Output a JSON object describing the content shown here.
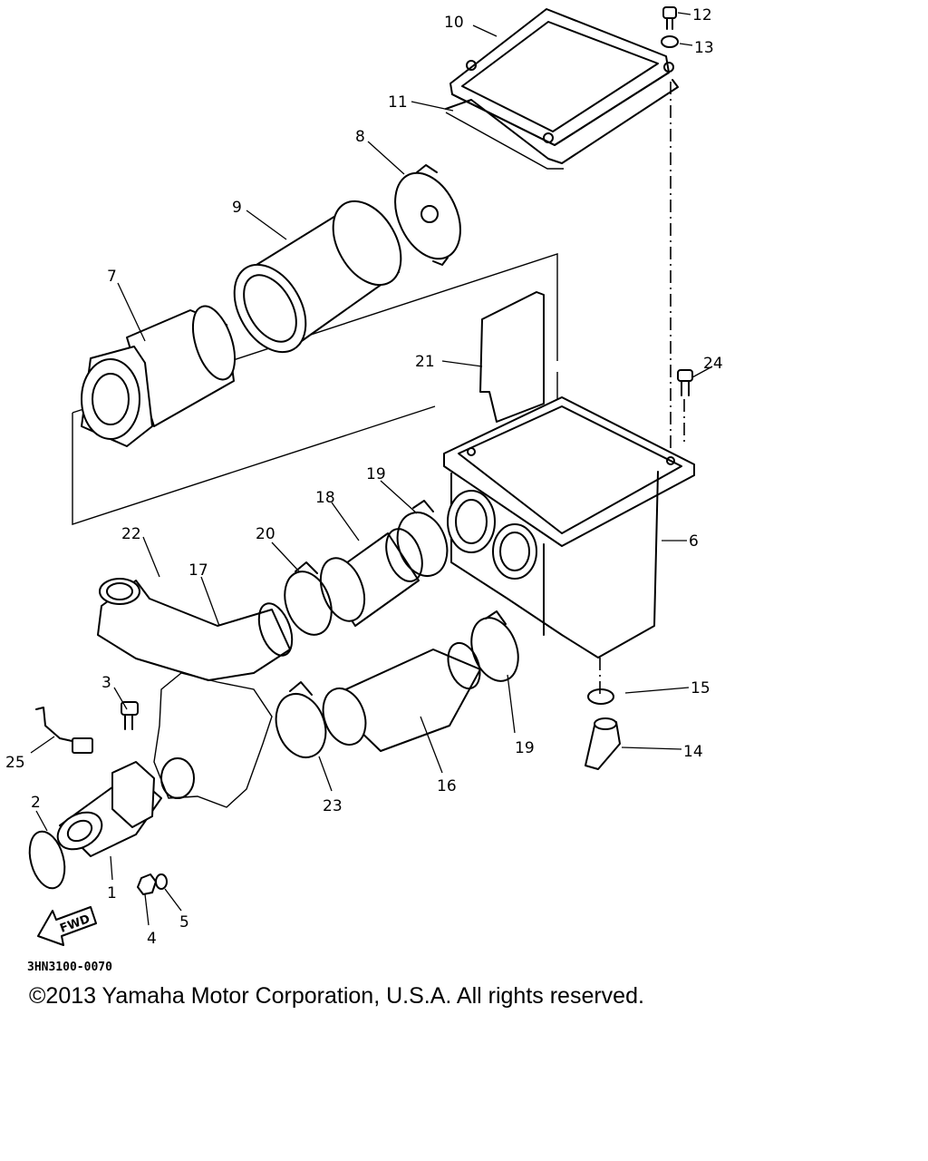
{
  "diagram": {
    "callouts": [
      {
        "id": "c1",
        "text": "1"
      },
      {
        "id": "c2",
        "text": "2"
      },
      {
        "id": "c3",
        "text": "3"
      },
      {
        "id": "c4",
        "text": "4"
      },
      {
        "id": "c5",
        "text": "5"
      },
      {
        "id": "c6",
        "text": "6"
      },
      {
        "id": "c7",
        "text": "7"
      },
      {
        "id": "c8",
        "text": "8"
      },
      {
        "id": "c9",
        "text": "9"
      },
      {
        "id": "c10",
        "text": "10"
      },
      {
        "id": "c11",
        "text": "11"
      },
      {
        "id": "c12",
        "text": "12"
      },
      {
        "id": "c13",
        "text": "13"
      },
      {
        "id": "c14",
        "text": "14"
      },
      {
        "id": "c15",
        "text": "15"
      },
      {
        "id": "c16",
        "text": "16"
      },
      {
        "id": "c17",
        "text": "17"
      },
      {
        "id": "c18",
        "text": "18"
      },
      {
        "id": "c19a",
        "text": "19"
      },
      {
        "id": "c19b",
        "text": "19"
      },
      {
        "id": "c20",
        "text": "20"
      },
      {
        "id": "c21",
        "text": "21"
      },
      {
        "id": "c22",
        "text": "22"
      },
      {
        "id": "c23",
        "text": "23"
      },
      {
        "id": "c24",
        "text": "24"
      },
      {
        "id": "c25",
        "text": "25"
      }
    ],
    "fwd_label": "FWD",
    "drawing_code": "3HN3100-0070"
  },
  "copyright": "©2013 Yamaha Motor Corporation, U.S.A. All rights reserved."
}
